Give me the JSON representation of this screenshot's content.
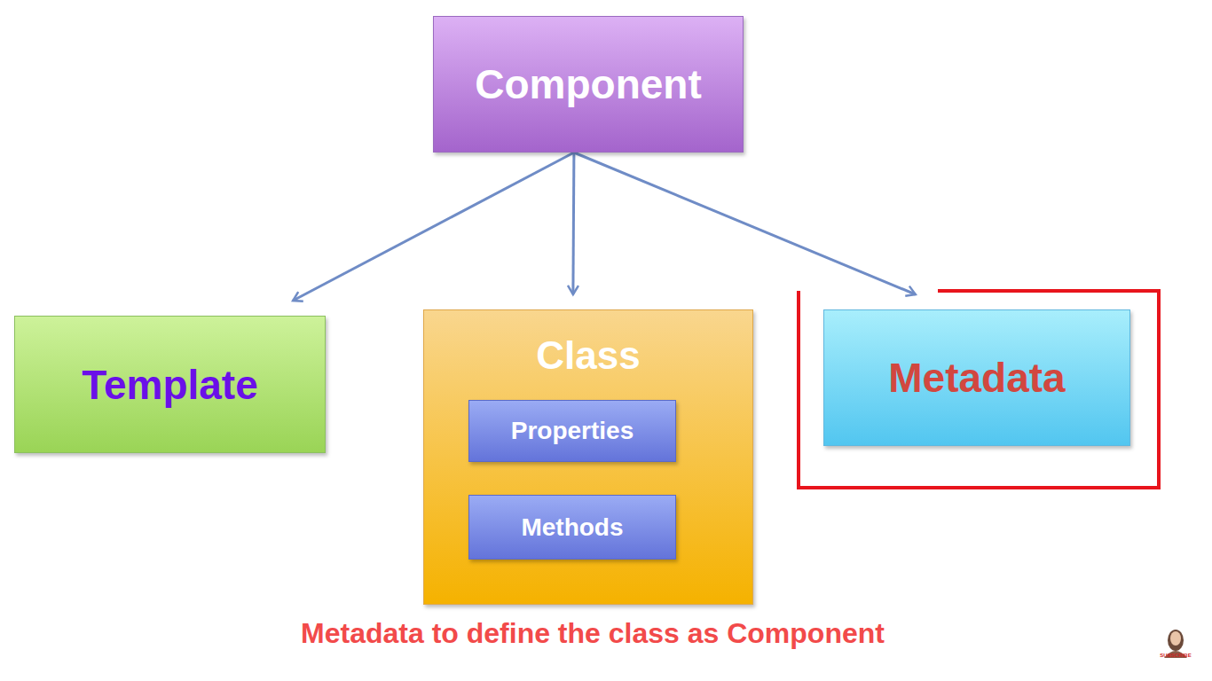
{
  "diagram": {
    "caption": "Metadata to define the class as Component",
    "nodes": [
      {
        "text": [
          "Component"
        ]
      },
      {
        "text": [
          "Template"
        ]
      },
      {
        "text": [
          "Class"
        ]
      },
      {
        "text": [
          "Properties"
        ],
        "in": 2
      },
      {
        "text": [
          "Methods"
        ],
        "in": 2
      },
      {
        "text": [
          "Metadata"
        ]
      }
    ],
    "edges": [
      {
        "from": 0,
        "to": 1,
        "arrow": "to"
      },
      {
        "from": 0,
        "to": 2,
        "arrow": "to"
      },
      {
        "from": 0,
        "to": 5,
        "arrow": "to"
      }
    ],
    "labels": [
      "SUBSCRIBE"
    ]
  }
}
